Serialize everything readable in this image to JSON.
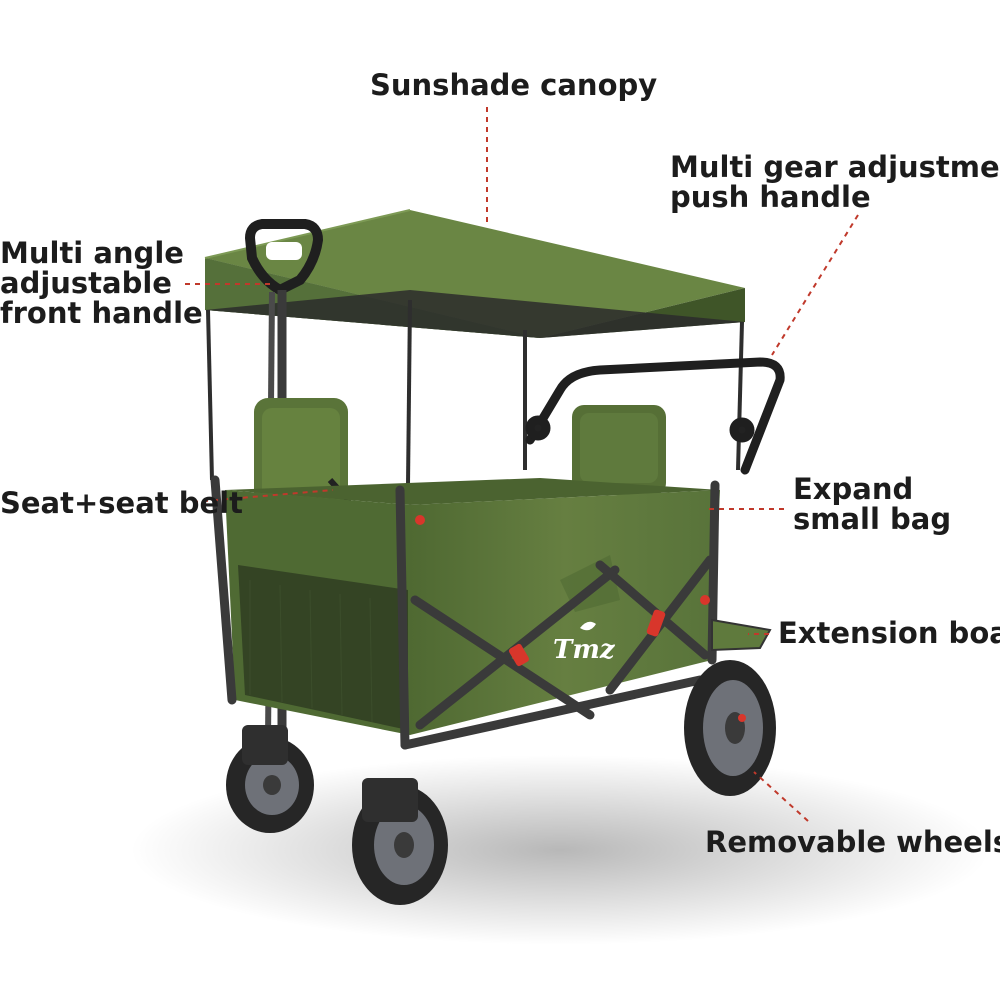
{
  "brand": {
    "logo_text": "Tmz"
  },
  "callouts": {
    "canopy": [
      "Sunshade canopy"
    ],
    "push_handle": [
      "Multi gear adjustment",
      "push handle"
    ],
    "front_handle": [
      "Multi angle",
      "adjustable",
      "front handle"
    ],
    "seat": [
      "Seat+seat belt"
    ],
    "small_bag": [
      "Expand",
      "small bag"
    ],
    "extension": [
      "Extension board"
    ],
    "wheels": [
      "Removable wheels"
    ]
  },
  "colors": {
    "fabric": "#5e7a3c",
    "fabric_dark": "#465d2b",
    "frame": "#3a3a3a",
    "tire": "#2b2b2b",
    "hub": "#6e7178",
    "accent": "#d8362b",
    "leader": "#c0392b",
    "text": "#1c1c1c"
  }
}
